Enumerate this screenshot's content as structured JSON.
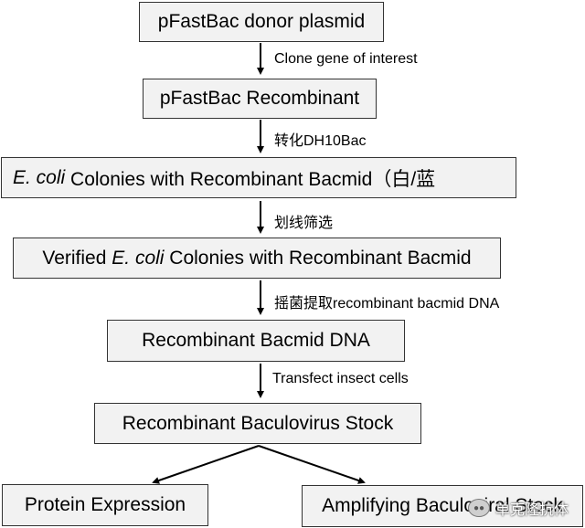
{
  "boxes": {
    "donor": "pFastBac donor plasmid",
    "recombinant": "pFastBac Recombinant",
    "colonies": {
      "italic": "E. coli",
      "text": " Colonies with Recombinant Bacmid（白/蓝"
    },
    "verified": {
      "before": "Verified ",
      "italic": "E. coli",
      "after": " Colonies with Recombinant Bacmid"
    },
    "dna": "Recombinant Bacmid DNA",
    "stock": "Recombinant Baculovirus Stock",
    "protein": "Protein Expression",
    "amplifying": "Amplifying Baculoviral Stock"
  },
  "steps": {
    "clone": "Clone gene of interest",
    "transform": "转化DH10Bac",
    "streak": "划线筛选",
    "extract": "摇菌提取recombinant bacmid DNA",
    "transfect": "Transfect insect cells"
  },
  "watermark": "单克隆抗体",
  "colors": {
    "box_fill": "#f2f2f2",
    "box_border": "#333333",
    "text": "#000000",
    "arrow": "#000000"
  }
}
